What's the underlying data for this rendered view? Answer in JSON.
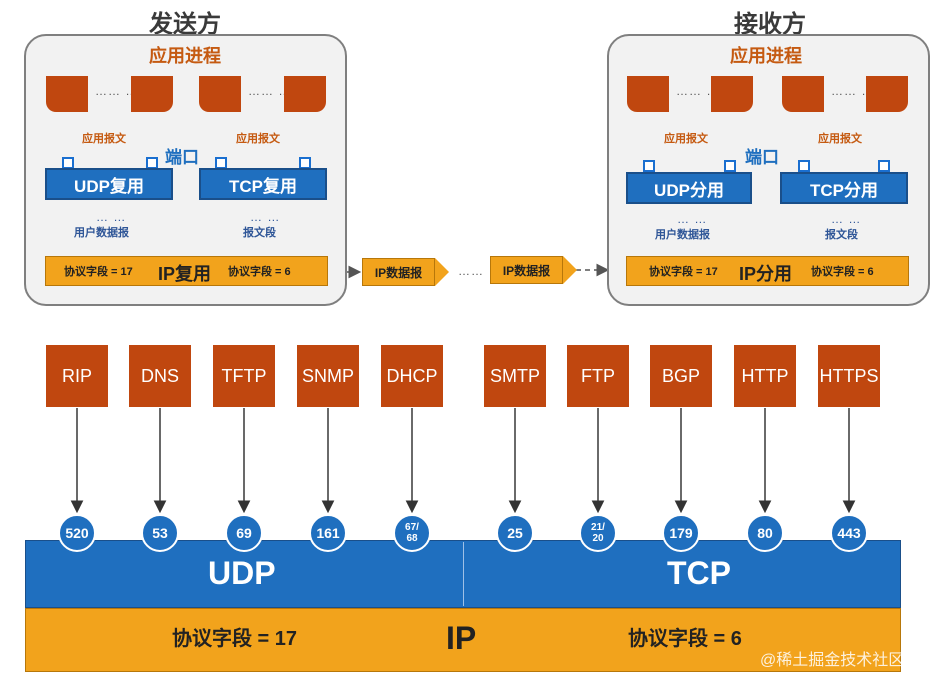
{
  "sender": {
    "title": "发送方",
    "app_process": "应用进程",
    "app_message_left": "应用报文",
    "app_message_right": "应用报文",
    "udp_label": "UDP复用",
    "tcp_label": "TCP复用",
    "user_datagram": "用户数据报",
    "segment": "报文段",
    "ip_label": "IP复用",
    "proto_udp": "协议字段 = 17",
    "proto_tcp": "协议字段 = 6",
    "dots": "…… ……",
    "dots_short": "… …"
  },
  "receiver": {
    "title": "接收方",
    "app_process": "应用进程",
    "app_message_left": "应用报文",
    "app_message_right": "应用报文",
    "udp_label": "UDP分用",
    "tcp_label": "TCP分用",
    "user_datagram": "用户数据报",
    "segment": "报文段",
    "ip_label": "IP分用",
    "proto_udp": "协议字段 = 17",
    "proto_tcp": "协议字段 = 6",
    "dots": "…… ……",
    "dots_short": "… …"
  },
  "port_word": "端口",
  "packets": [
    "IP数据报",
    "IP数据报"
  ],
  "packet_dots": "……",
  "protocols": [
    {
      "name": "RIP",
      "port": "520"
    },
    {
      "name": "DNS",
      "port": "53"
    },
    {
      "name": "TFTP",
      "port": "69"
    },
    {
      "name": "SNMP",
      "port": "161"
    },
    {
      "name": "DHCP",
      "port": "67/\n68"
    },
    {
      "name": "SMTP",
      "port": "25"
    },
    {
      "name": "FTP",
      "port": "21/\n20"
    },
    {
      "name": "BGP",
      "port": "179"
    },
    {
      "name": "HTTP",
      "port": "80"
    },
    {
      "name": "HTTPS",
      "port": "443"
    }
  ],
  "bottom": {
    "udp": "UDP",
    "tcp": "TCP",
    "ip": "IP",
    "proto_udp": "协议字段 = 17",
    "proto_tcp": "协议字段 = 6"
  },
  "watermark": "@稀土掘金技术社区",
  "colors": {
    "orange_dark": "#c0470f",
    "orange": "#f2a31c",
    "blue": "#1f6fbf",
    "panel": "#f2f2f2"
  }
}
